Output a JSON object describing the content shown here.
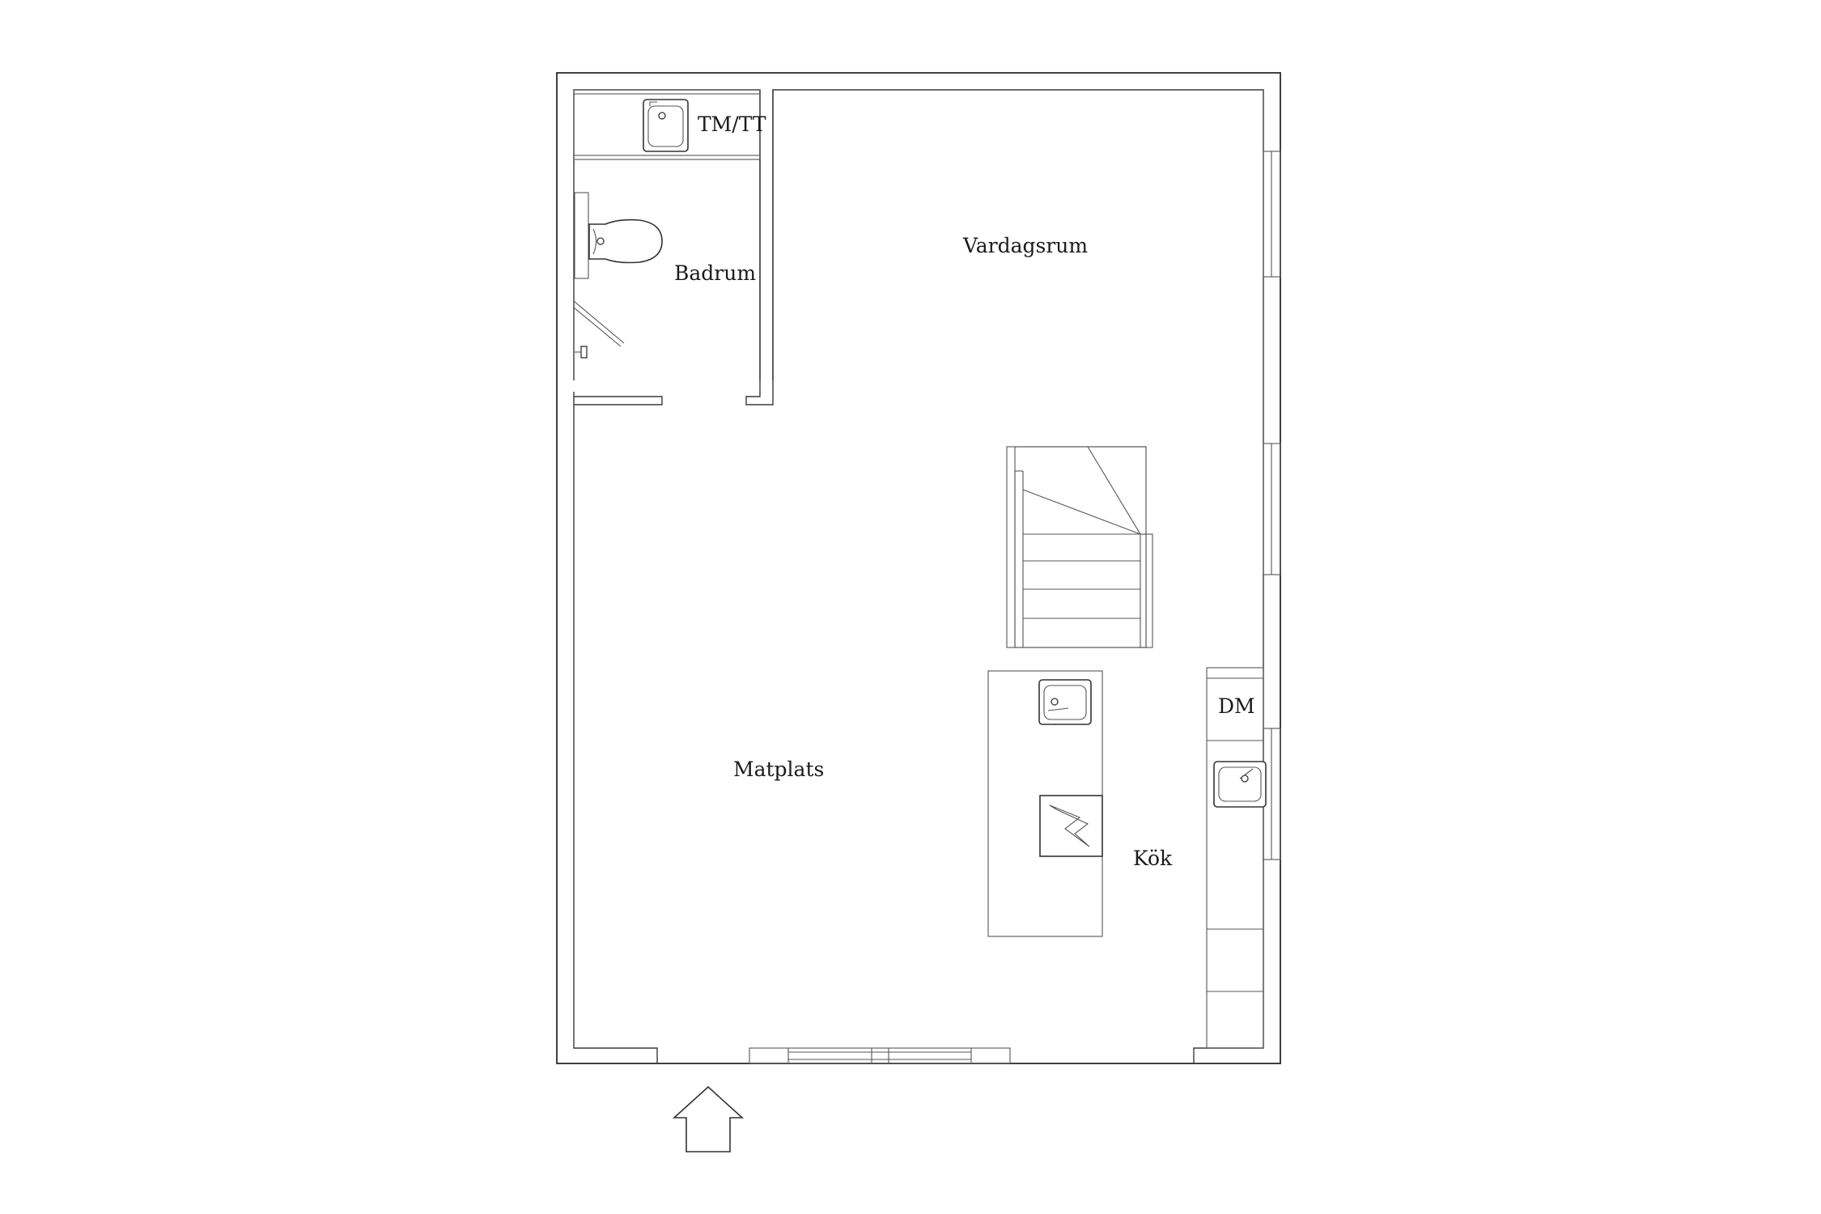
{
  "rooms": {
    "tm_tt": "TM/TT",
    "badrum": "Badrum",
    "vardagsrum": "Vardagsrum",
    "matplats": "Matplats",
    "dm": "DM",
    "kok": "Kök"
  },
  "icons": {
    "entrance": "entrance-arrow-icon",
    "toilet": "toilet-icon",
    "sink": "sink-icon",
    "stove": "stove-icon",
    "stairs": "stairs-icon"
  }
}
